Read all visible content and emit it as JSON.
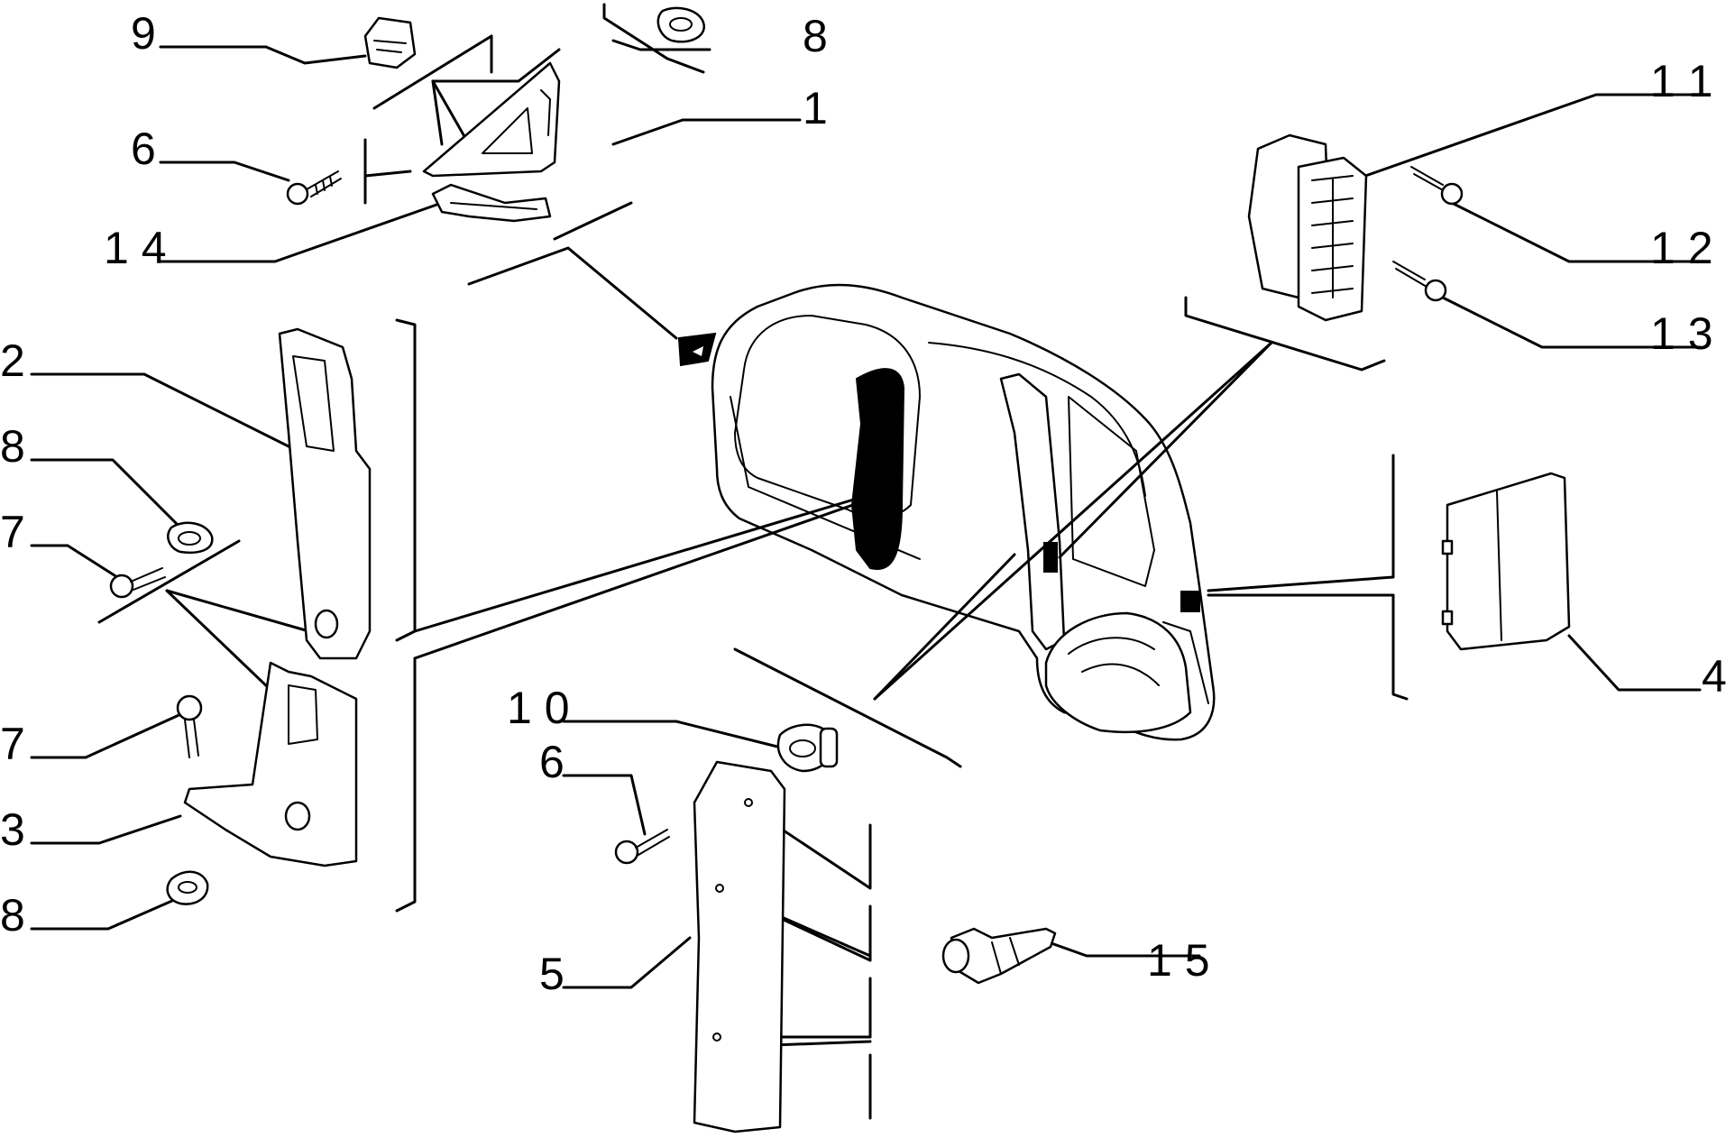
{
  "callouts": {
    "c1": "1",
    "c2": "2",
    "c3": "3",
    "c4": "4",
    "c5": "5",
    "c6_top": "6",
    "c6_bottom": "6",
    "c7_upper": "7",
    "c7_lower": "7",
    "c8_top": "8",
    "c8_left_upper": "8",
    "c8_left_lower": "8",
    "c9": "9",
    "c10": "1 0",
    "c11": "1 1",
    "c12": "1 2",
    "c13": "1 3",
    "c14": "1 4",
    "c15": "1 5"
  },
  "colors": {
    "line": "#000000",
    "background": "#ffffff"
  }
}
